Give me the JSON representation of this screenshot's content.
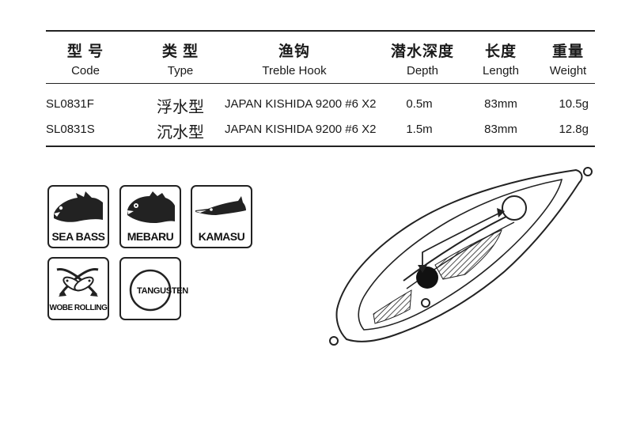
{
  "table": {
    "headers": [
      {
        "zh": "型 号",
        "en": "Code"
      },
      {
        "zh": "类 型",
        "en": "Type"
      },
      {
        "zh": "渔钩",
        "en": "Treble Hook"
      },
      {
        "zh": "潜水深度",
        "en": "Depth"
      },
      {
        "zh": "长度",
        "en": "Length"
      },
      {
        "zh": "重量",
        "en": "Weight"
      }
    ],
    "rows": [
      {
        "code": "SL0831F",
        "type": "浮水型",
        "hook": "JAPAN KISHIDA 9200 #6 X2",
        "depth": "0.5m",
        "length": "83mm",
        "weight": "10.5g"
      },
      {
        "code": "SL0831S",
        "type": "沉水型",
        "hook": "JAPAN KISHIDA 9200 #6 X2",
        "depth": "1.5m",
        "length": "83mm",
        "weight": "12.8g"
      }
    ]
  },
  "badges": [
    {
      "label": "SEA BASS",
      "icon": "sea-bass-fish-icon"
    },
    {
      "label": "MEBARU",
      "icon": "mebaru-fish-icon"
    },
    {
      "label": "KAMASU",
      "icon": "kamasu-fish-icon"
    },
    {
      "label": "WOBE ROLLING",
      "icon": "wobble-rolling-icon"
    },
    {
      "label": "TANGUSTEN",
      "icon": "tungsten-weight-icon"
    }
  ],
  "diagram": {
    "icon": "lure-cutaway-diagram"
  },
  "colors": {
    "ink": "#222222",
    "background": "#ffffff"
  }
}
